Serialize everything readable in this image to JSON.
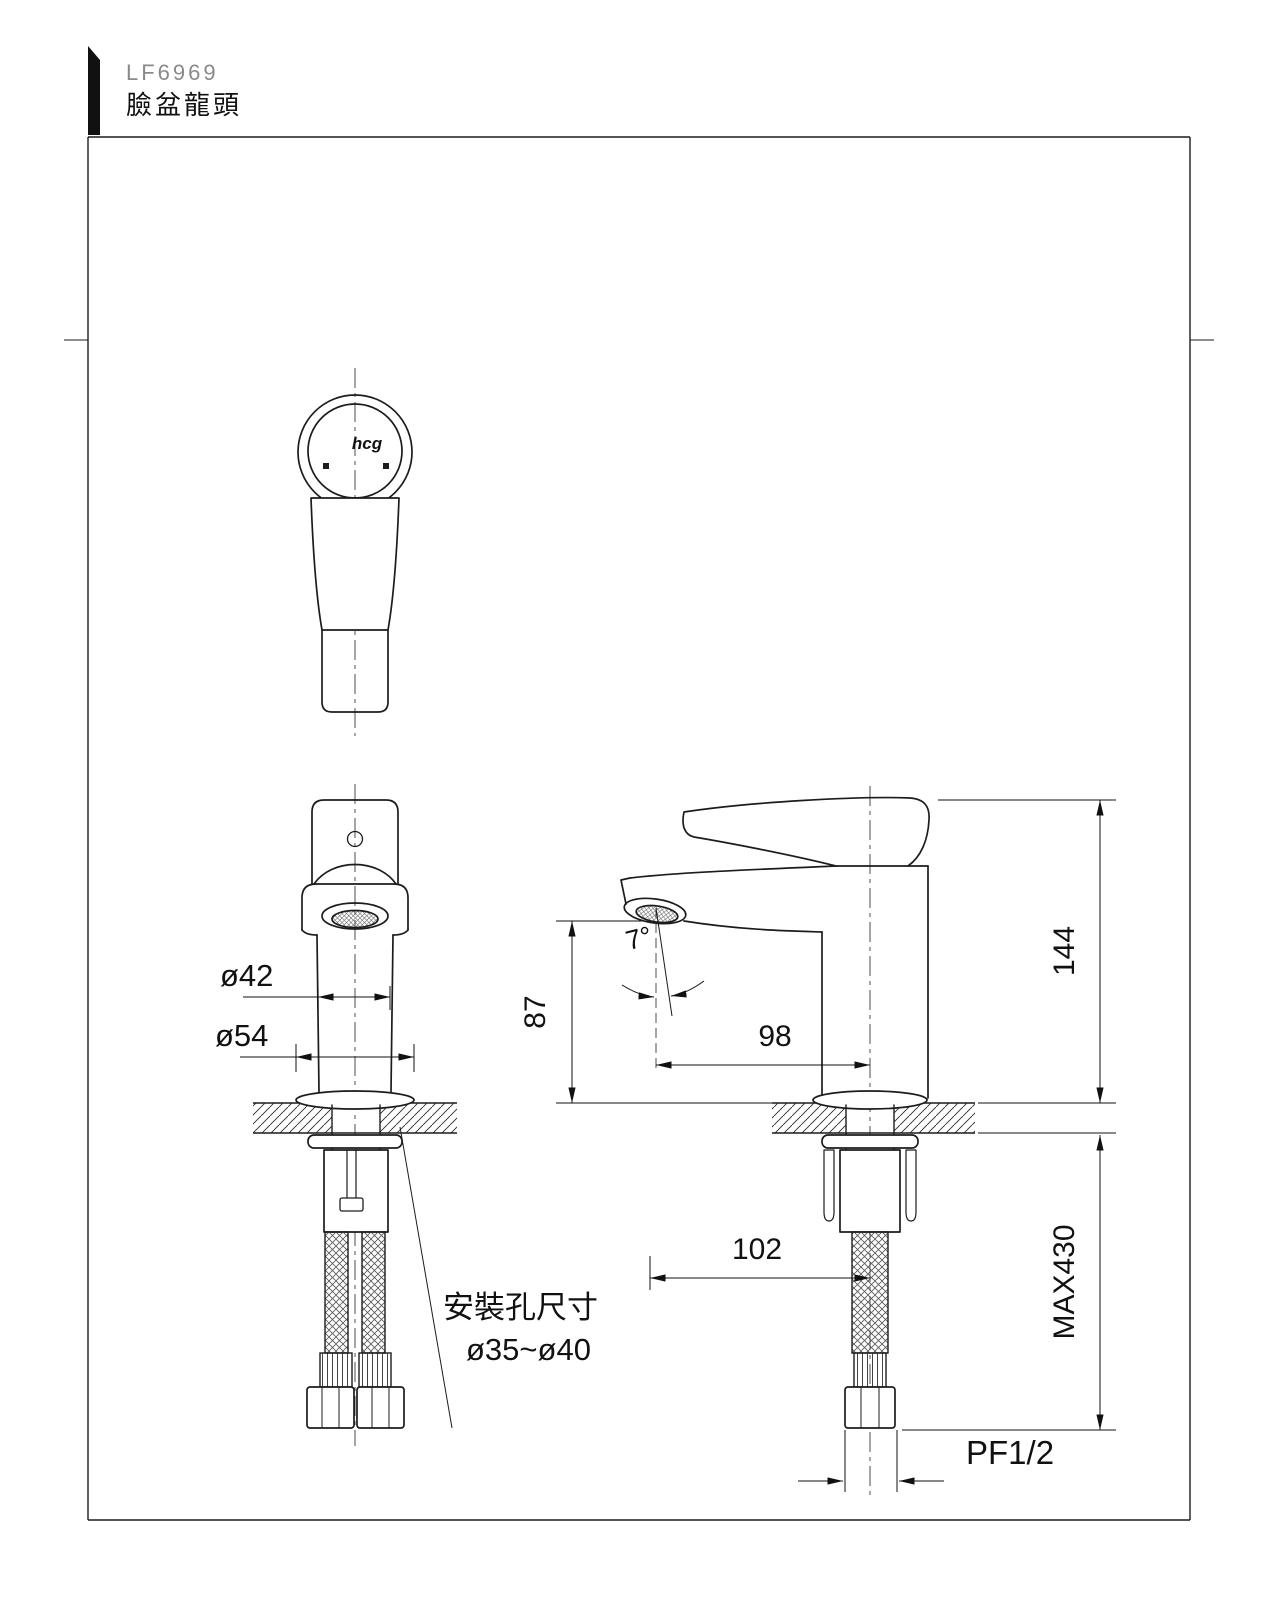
{
  "sheet": {
    "model": "LF6969",
    "product_name": "臉盆龍頭",
    "brand": "hcg"
  },
  "front_view_dims": {
    "body_diameter": "ø42",
    "base_diameter": "ø54"
  },
  "side_view_dims": {
    "spout_angle": "7°",
    "outlet_height": "87",
    "spout_reach": "98",
    "total_height": "144",
    "supply_offset": "102",
    "max_hose_length": "MAX430",
    "thread_size": "PF1/2"
  },
  "note": {
    "title": "安裝孔尺寸",
    "range": "ø35~ø40"
  }
}
